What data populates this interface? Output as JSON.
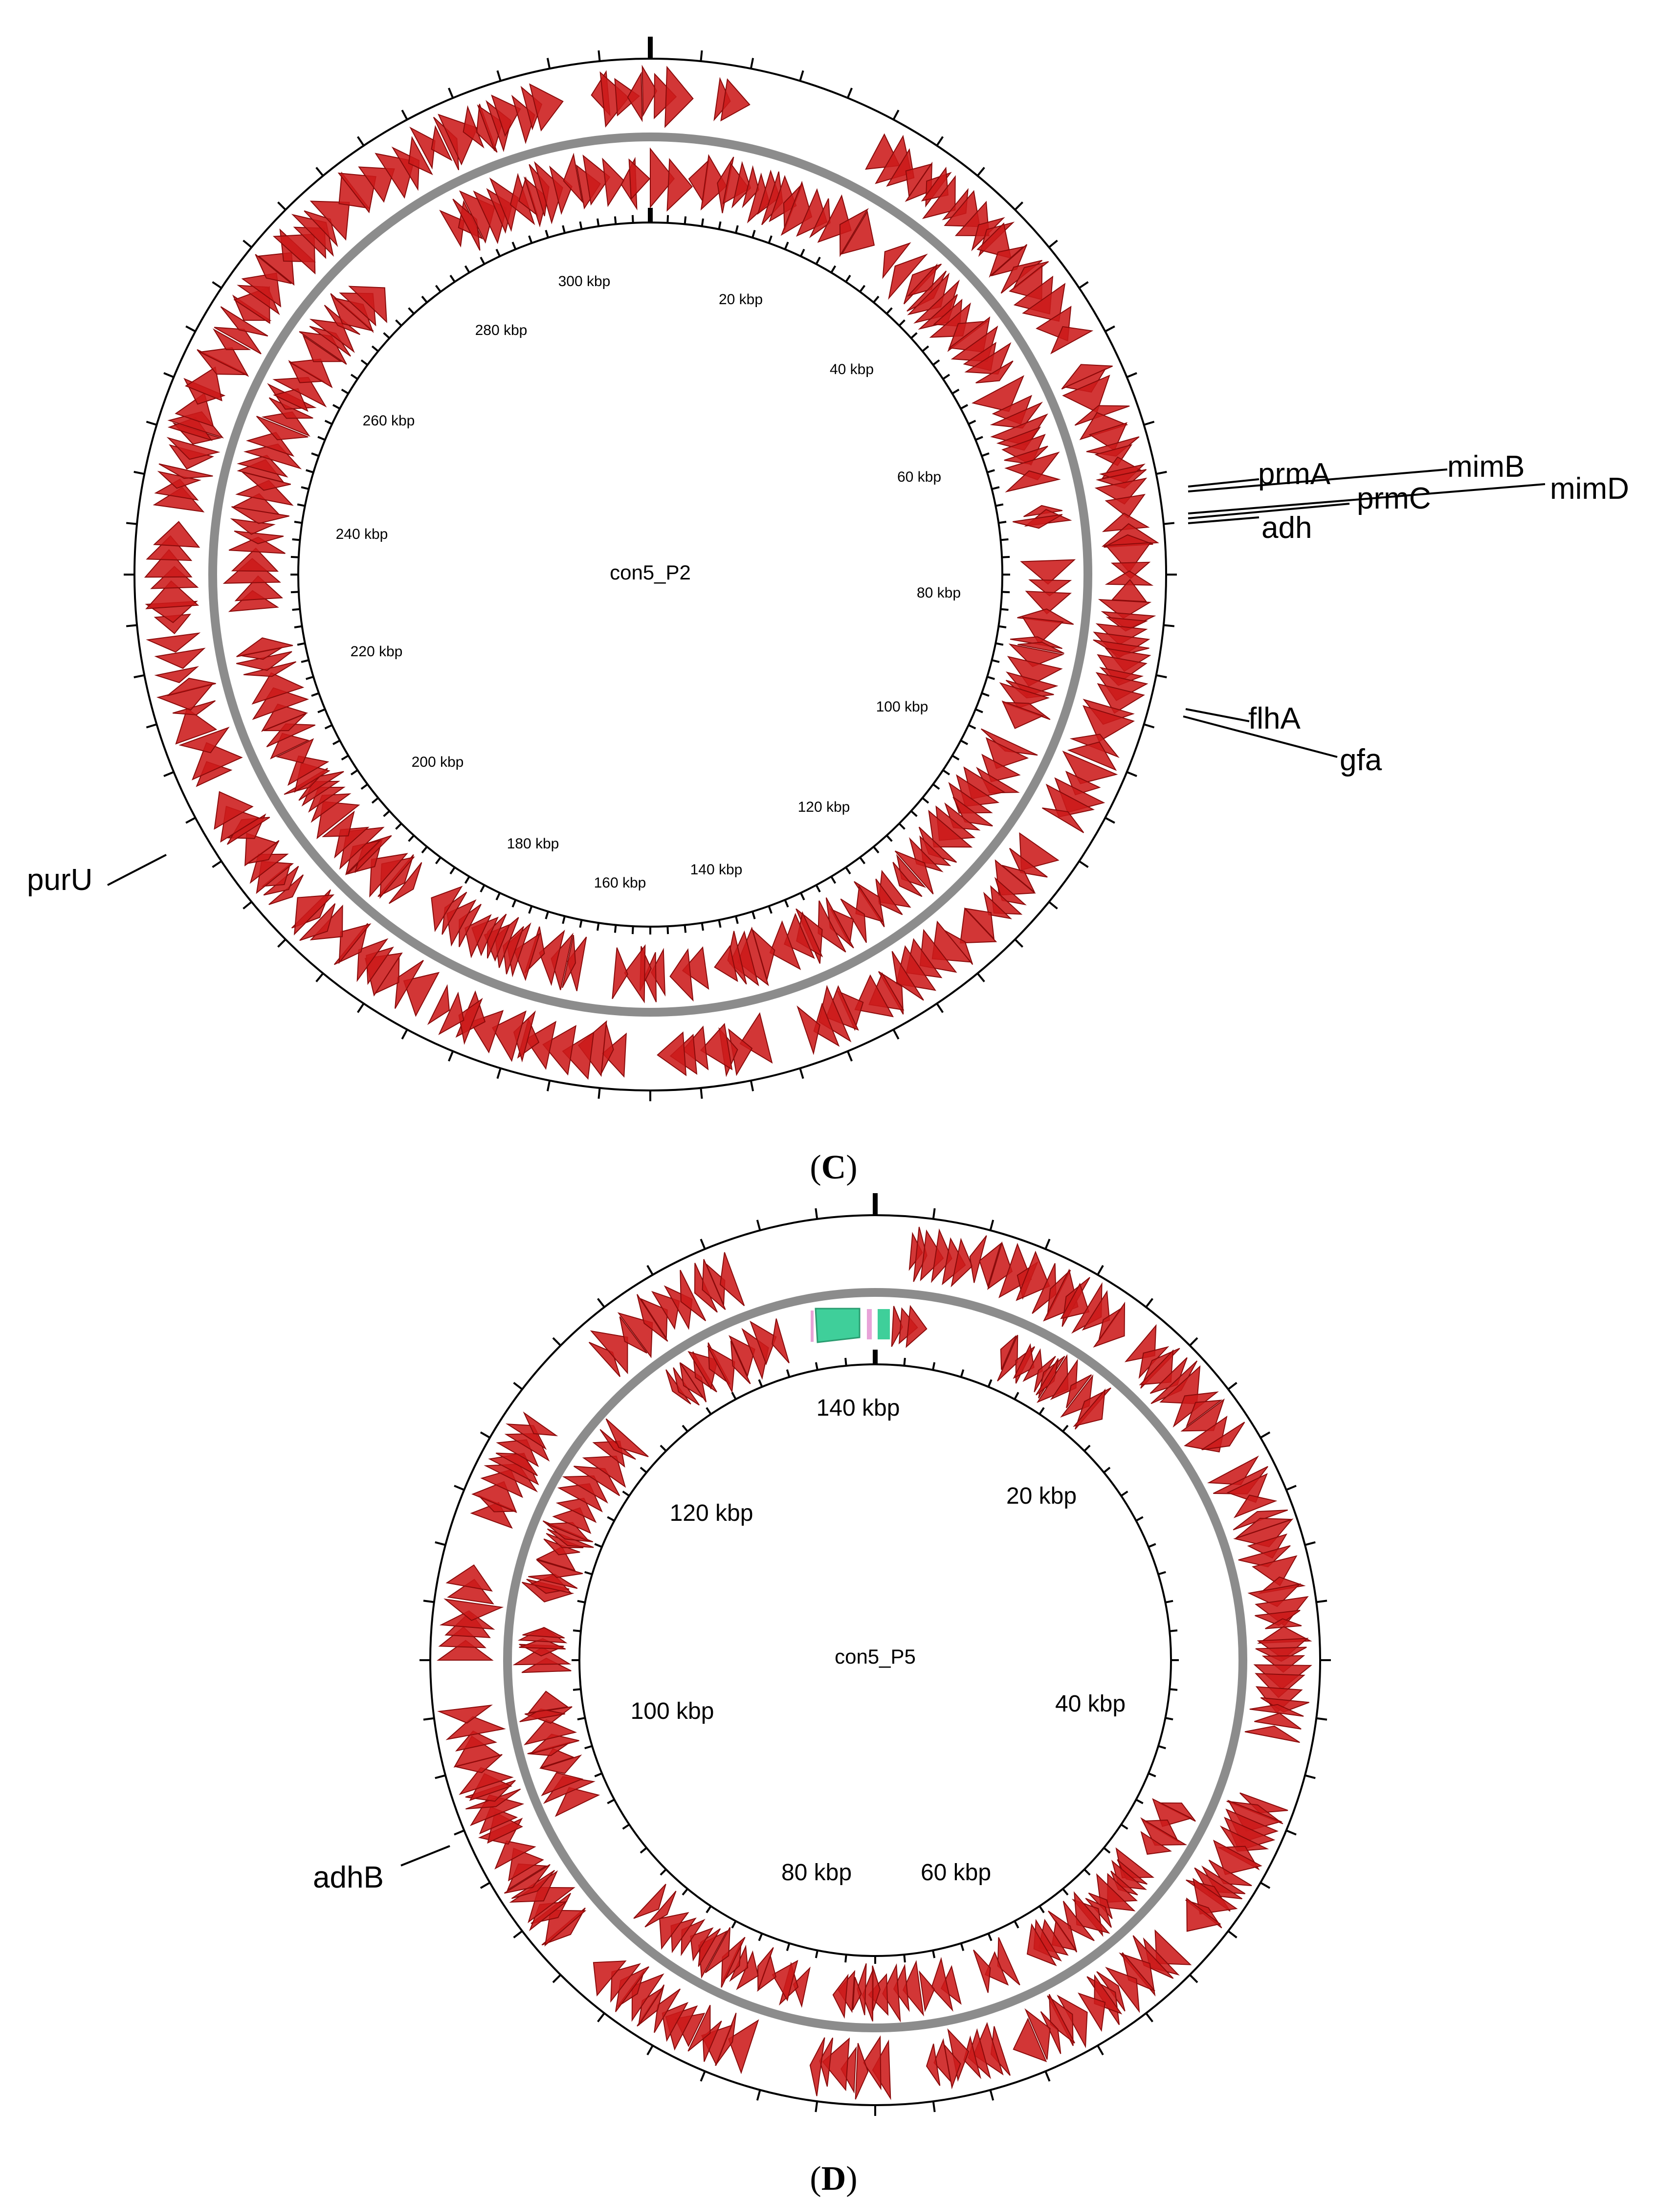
{
  "panels": [
    {
      "letter": "C",
      "paren_open": "(",
      "paren_close": ")",
      "plasmid_name": "con5_P2",
      "ring_ticks": [
        "20 kbp",
        "40 kbp",
        "60 kbp",
        "80 kbp",
        "100 kbp",
        "120 kbp",
        "140 kbp",
        "160 kbp",
        "180 kbp",
        "200 kbp",
        "220 kbp",
        "240 kbp",
        "260 kbp",
        "280 kbp",
        "300 kbp"
      ],
      "genes": [
        "prmA",
        "mimB",
        "prmC",
        "mimD",
        "adh",
        "flhA",
        "gfa",
        "purU"
      ],
      "feature_color": "#cc1a1a",
      "backbone_color": "#8c8c8c"
    },
    {
      "letter": "D",
      "paren_open": "(",
      "paren_close": ")",
      "plasmid_name": "con5_P5",
      "ring_ticks": [
        "20 kbp",
        "40 kbp",
        "60 kbp",
        "80 kbp",
        "100 kbp",
        "120 kbp",
        "140 kbp"
      ],
      "genes": [
        "adhB"
      ],
      "feature_color": "#cc1a1a",
      "backbone_color": "#8c8c8c",
      "highlight_colors": [
        "#3fcf9a",
        "#e8a3d8"
      ]
    }
  ]
}
